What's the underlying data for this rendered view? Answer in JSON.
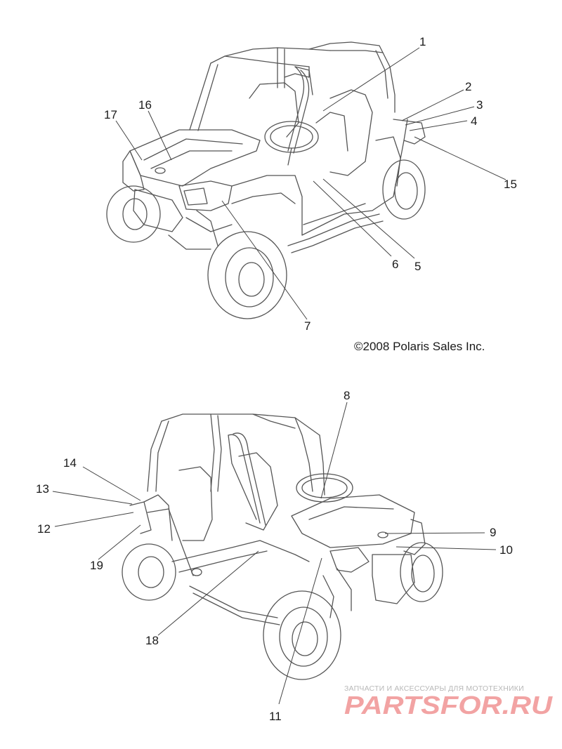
{
  "callouts": {
    "c1": "1",
    "c2": "2",
    "c3": "3",
    "c4": "4",
    "c5": "5",
    "c6": "6",
    "c7": "7",
    "c8": "8",
    "c9": "9",
    "c10": "10",
    "c11": "11",
    "c12": "12",
    "c13": "13",
    "c14": "14",
    "c15": "15",
    "c16": "16",
    "c17": "17",
    "c18": "18",
    "c19": "19"
  },
  "copyright": "©2008 Polaris Sales Inc.",
  "watermark": {
    "tagline": "ЗАПЧАСТИ И АКСЕССУАРЫ ДЛЯ МОТОТЕХНИКИ",
    "logo_text": "PARTSFOR.RU",
    "logo_color": "#f2a3a3"
  },
  "colors": {
    "line": "#555555",
    "leader": "#444444"
  }
}
